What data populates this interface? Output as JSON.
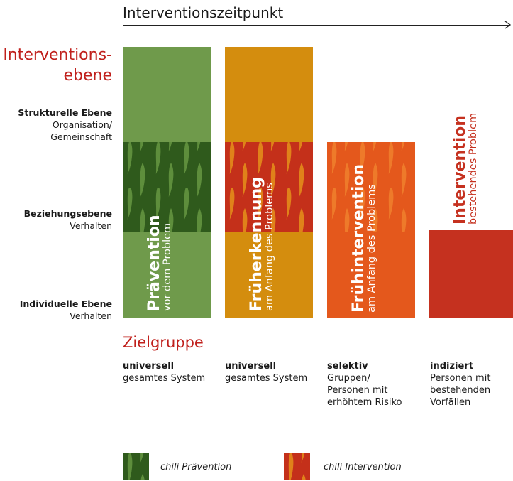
{
  "header": {
    "title": "Interventionszeitpunkt"
  },
  "axis": {
    "title_line1": "Interventions-",
    "title_line2": "ebene",
    "levels": [
      {
        "name": "Strukturelle Ebene",
        "desc1": "Organisation/",
        "desc2": "Gemeinschaft"
      },
      {
        "name": "Beziehungsebene",
        "desc1": "Verhalten",
        "desc2": ""
      },
      {
        "name": "Individuelle Ebene",
        "desc1": "Verhalten",
        "desc2": ""
      }
    ]
  },
  "columns": [
    {
      "title": "Prävention",
      "subtitle": "vor dem Problem",
      "color": "#6f9a4b",
      "pattern": "#3d6a24"
    },
    {
      "title": "Früherkennung",
      "subtitle": "am Anfang des Problems",
      "color": "#d48d0e",
      "pattern": "#c0301a"
    },
    {
      "title": "Frühintervention",
      "subtitle": "am Anfang des Problems",
      "color": "#e4581c",
      "pattern": "#c8321a"
    },
    {
      "title": "Intervention",
      "subtitle": "bestehendes Problem",
      "color": "#c5311f"
    }
  ],
  "target": {
    "title": "Zielgruppe",
    "groups": [
      {
        "type": "universell",
        "lines": [
          "gesamtes System"
        ]
      },
      {
        "type": "universell",
        "lines": [
          "gesamtes System"
        ]
      },
      {
        "type": "selektiv",
        "lines": [
          "Gruppen/",
          "Personen mit",
          "erhöhtem Risiko"
        ]
      },
      {
        "type": "indiziert",
        "lines": [
          "Personen mit",
          "bestehenden",
          "Vorfällen"
        ]
      }
    ]
  },
  "legend": [
    {
      "label": "chili Prävention",
      "icon": "chili-green-icon"
    },
    {
      "label": "chili Intervention",
      "icon": "chili-orange-icon"
    }
  ]
}
